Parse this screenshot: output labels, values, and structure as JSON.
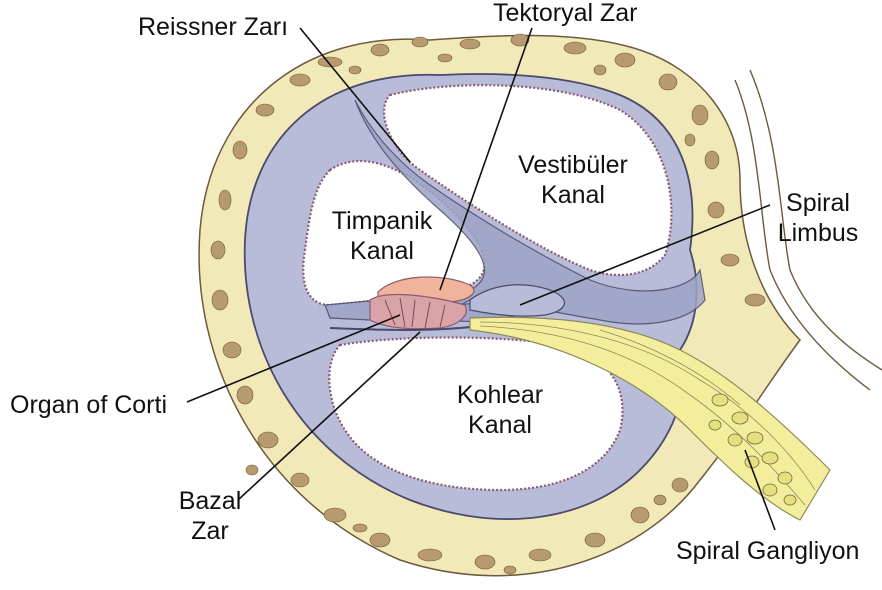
{
  "labels": {
    "reissner": "Reissner Zarı",
    "tektoryal": "Tektoryal Zar",
    "vestibuler": [
      "Vestibüler",
      "Kanal"
    ],
    "spiral_limbus": [
      "Spiral",
      "Limbus"
    ],
    "timpanik": [
      "Timpanik",
      "Kanal"
    ],
    "organ_corti": "Organ of Corti",
    "kohlear": [
      "Kohlear",
      "Kanal"
    ],
    "bazal": [
      "Bazal",
      "Zar"
    ],
    "spiral_gangliyon": "Spiral Gangliyon"
  },
  "colors": {
    "bone": "#f2e9b8",
    "bone_spot": "#b89a6f",
    "bone_outline": "#6d5a3c",
    "wall": "#b9bcd9",
    "wall_dark": "#9ea3c6",
    "membrane_dots": "#8b5a6e",
    "outline": "#4a4a6a",
    "tectorial": "#f0b49a",
    "nerve": "#f4ee9c",
    "cavity": "#ffffff"
  }
}
